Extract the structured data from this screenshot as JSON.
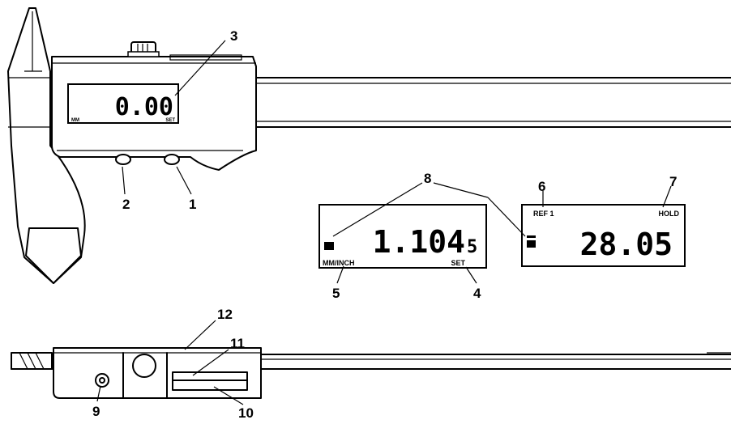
{
  "main_display": {
    "reading": "0.00",
    "left_label": "MM",
    "right_label": "SET"
  },
  "display_inch": {
    "reading": "1.104",
    "suffix": "5",
    "bottom_left_label": "MM/INCH",
    "bottom_right_label": "SET"
  },
  "display_mm": {
    "reading": "28.05",
    "top_left_label": "REF 1",
    "top_right_label": "HOLD"
  },
  "callouts": {
    "c1": "1",
    "c2": "2",
    "c3": "3",
    "c4": "4",
    "c5": "5",
    "c6": "6",
    "c7": "7",
    "c8": "8",
    "c9": "9",
    "c10": "10",
    "c11": "11",
    "c12": "12"
  }
}
